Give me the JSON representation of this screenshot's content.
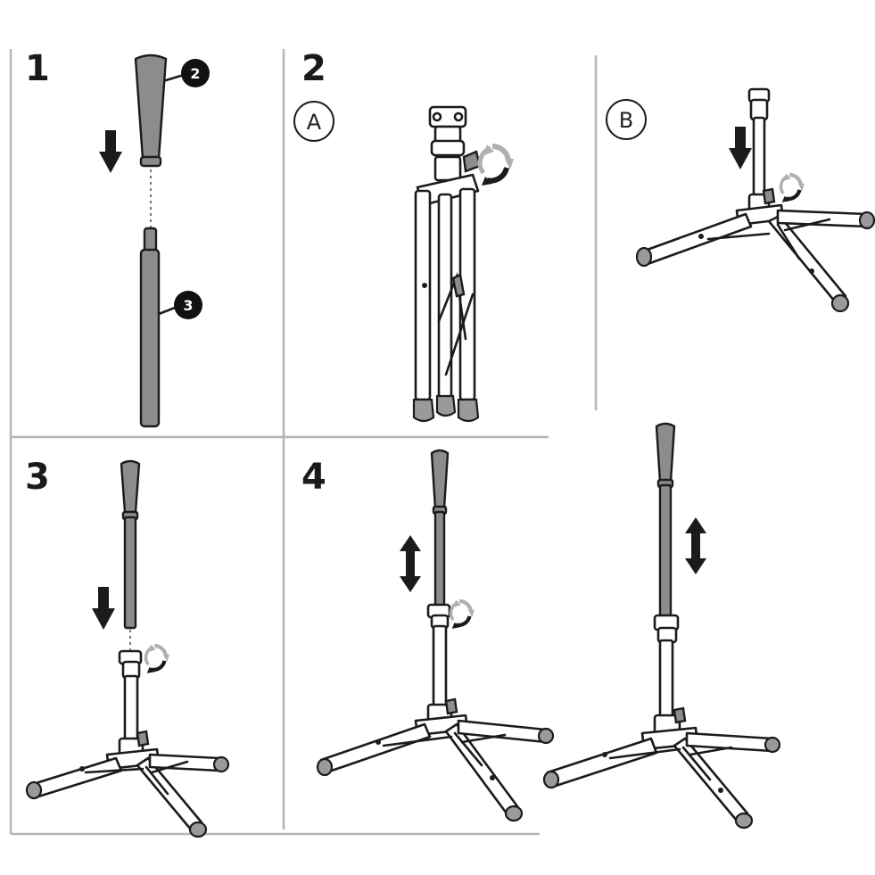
{
  "steps": [
    {
      "number": "1"
    },
    {
      "number": "2",
      "sub_steps": [
        {
          "label": "A"
        },
        {
          "label": "B"
        }
      ]
    },
    {
      "number": "3"
    },
    {
      "number": "4"
    }
  ],
  "callouts": [
    {
      "number": "2"
    },
    {
      "number": "3"
    }
  ],
  "colors": {
    "line": "#1b1b1b",
    "part_fill": "#8c8c8c",
    "divider": "#b5b5b5",
    "rotate_arrow": "#b0b0b0"
  },
  "icons": [
    "down-arrow-icon",
    "up-down-arrow-icon",
    "rotate-arrows-icon"
  ]
}
